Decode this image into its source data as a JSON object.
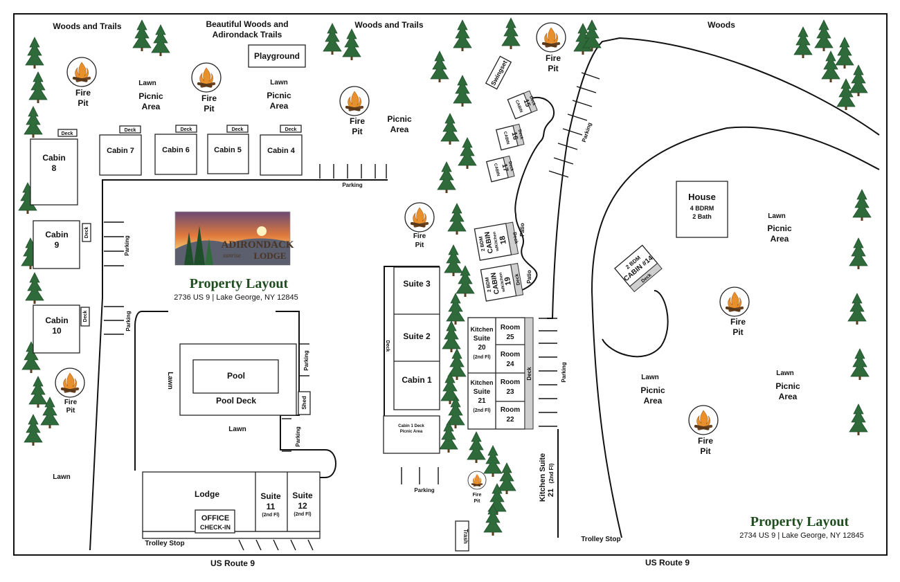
{
  "colors": {
    "tree": "#2f6b3a",
    "tree_dark": "#1f4f2a",
    "title": "#1f4d1f",
    "deck": "#cfcfcf",
    "fire": "#e8912c"
  },
  "title": {
    "main": "Property Layout",
    "address_left": "2736 US 9 | Lake George, NY 12845",
    "address_right": "2734 US 9 | Lake George, NY 12845"
  },
  "logo": {
    "name": "ADIRONDACK",
    "sub": "sunrise",
    "lodge": "LODGE"
  },
  "roads": {
    "route_left": "US Route 9",
    "route_right": "US Route 9",
    "trolley_left": "Trolley Stop",
    "trolley_right": "Trolley Stop"
  },
  "areas": {
    "woods_trails": "Woods and Trails",
    "beautiful_woods_1": "Beautiful Woods and",
    "beautiful_woods_2": "Adirondack Trails",
    "woods_trails_2": "Woods and Trails",
    "woods": "Woods",
    "playground": "Playground",
    "swingset": "Swingset",
    "lawn": "Lawn",
    "picnic": "Picnic",
    "area": "Area",
    "parking": "Parking",
    "deck": "Deck",
    "patio": "Patio",
    "trash": "Trash",
    "shed": "Shed",
    "pool": "Pool",
    "pool_deck": "Pool Deck",
    "fire": "Fire",
    "pit": "Pit"
  },
  "cabins": {
    "c8": "Cabin",
    "c8n": "8",
    "c9": "Cabin",
    "c9n": "9",
    "c10": "Cabin",
    "c10n": "10",
    "c7": "Cabin 7",
    "c6": "Cabin 6",
    "c5": "Cabin 5",
    "c4": "Cabin 4",
    "c15a": "CABIN",
    "c15b": "15",
    "c16a": "CABIN",
    "c16b": "16",
    "c17a": "CABIN",
    "c17b": "17",
    "c18a": "2 BDM",
    "c18b": "CABIN",
    "c18c": "w/Kitchen",
    "c18d": "18",
    "c19a": "2 BDM",
    "c19b": "CABIN",
    "c19c": "w/Kitchen",
    "c19d": "19",
    "c14a": "2 BDM",
    "c14b": "CABIN #14",
    "c1": "Cabin 1"
  },
  "house": {
    "name": "House",
    "line1": "4 BDRM",
    "line2": "2 Bath"
  },
  "suites": {
    "s3": "Suite 3",
    "s2": "Suite 2",
    "cabin1deck": "Cabin 1 Deck",
    "cabin1picnic": "Picnic Area",
    "k20a": "Kitchen",
    "k20b": "Suite",
    "k20c": "20",
    "k20d": "(2nd Fl)",
    "k21a": "Kitchen",
    "k21b": "Suite",
    "k21c": "21",
    "k21d": "(2nd Fl)",
    "room": "Room",
    "r25": "25",
    "r24": "24",
    "r23": "23",
    "r22": "22",
    "ks21": "Kitchen Suite",
    "ks21b": "21",
    "ks21c": "(2nd Fl)",
    "lodge": "Lodge",
    "s11a": "Suite",
    "s11b": "11",
    "s11c": "(2nd Fl)",
    "s12a": "Suite",
    "s12b": "12",
    "s12c": "(2nd Fl)",
    "office": "OFFICE",
    "checkin": "CHECK-IN"
  }
}
